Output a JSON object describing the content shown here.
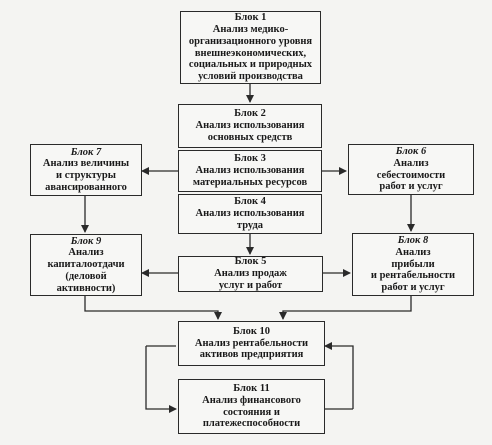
{
  "blocks": {
    "b1": {
      "title": "Блок 1",
      "lines": [
        "Анализ медико-",
        "организационного уровня",
        "внешнеэкономических,",
        "социальных и природных",
        "условий производства"
      ]
    },
    "b2": {
      "title": "Блок 2",
      "lines": [
        "Анализ использования",
        "основных средств"
      ]
    },
    "b3": {
      "title": "Блок 3",
      "lines": [
        "Анализ использования",
        "материальных ресурсов"
      ]
    },
    "b4": {
      "title": "Блок 4",
      "lines": [
        "Анализ использования",
        "труда"
      ]
    },
    "b5": {
      "title": "Блок 5",
      "lines": [
        "Анализ продаж",
        "услуг и работ"
      ]
    },
    "b6": {
      "title": "Блок 6",
      "lines": [
        "Анализ",
        "себестоимости",
        "работ и услуг"
      ]
    },
    "b7": {
      "title": "Блок 7",
      "lines": [
        "Анализ величины",
        "и структуры",
        "авансированного"
      ]
    },
    "b8": {
      "title": "Блок 8",
      "lines": [
        "Анализ",
        "прибыли",
        "и рентабельности",
        "работ и услуг"
      ]
    },
    "b9": {
      "title": "Блок 9",
      "lines": [
        "Анализ",
        "капиталоотдачи",
        "(деловой",
        "активности)"
      ]
    },
    "b10": {
      "title": "Блок 10",
      "lines": [
        "Анализ рентабельности",
        "активов предприятия"
      ]
    },
    "b11": {
      "title": "Блок 11",
      "lines": [
        "Анализ финансового",
        "состояния и",
        "платежеспособности"
      ]
    }
  }
}
